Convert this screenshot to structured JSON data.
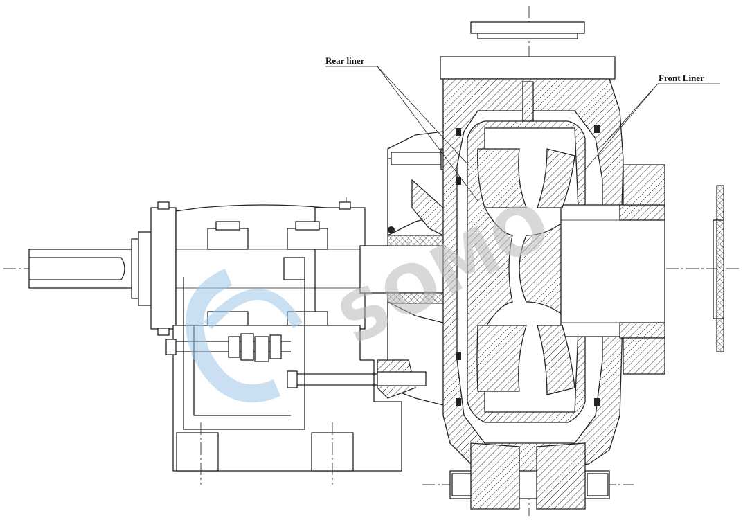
{
  "labels": {
    "rear_liner": "Rear liner",
    "front_liner": "Front Liner"
  },
  "watermark": {
    "text": "SOMO",
    "logo_color": "#9ec7e8",
    "text_color": "#b9b9b9"
  },
  "line_color": "#222222"
}
